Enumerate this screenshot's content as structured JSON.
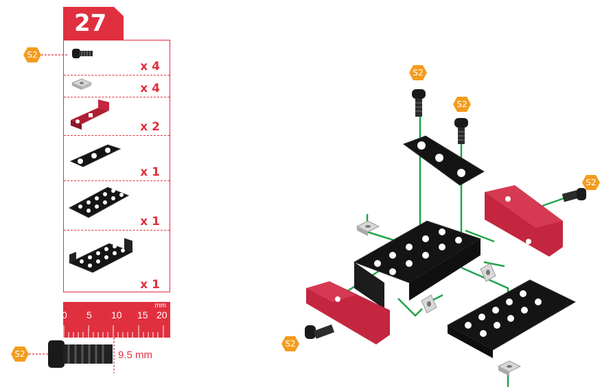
{
  "step": {
    "number": "27"
  },
  "parts": [
    {
      "name": "S2 screw",
      "qty": "x 4"
    },
    {
      "name": "square nut",
      "qty": "x 4"
    },
    {
      "name": "red bracket",
      "qty": "x 2"
    },
    {
      "name": "black 3-hole plate",
      "qty": "x 1"
    },
    {
      "name": "black 2x5 plate",
      "qty": "x 1"
    },
    {
      "name": "black U-channel",
      "qty": "x 1"
    }
  ],
  "ruler": {
    "unit": "mm",
    "ticks": [
      "0",
      "5",
      "10",
      "15",
      "20"
    ]
  },
  "screw_size": {
    "badge": "S2",
    "label": "9.5 mm"
  },
  "badges": {
    "screw": "S2"
  },
  "colors": {
    "accent": "#e0303f",
    "badge": "#f39c1e",
    "guide": "#1ea44a",
    "part": "#141414"
  }
}
